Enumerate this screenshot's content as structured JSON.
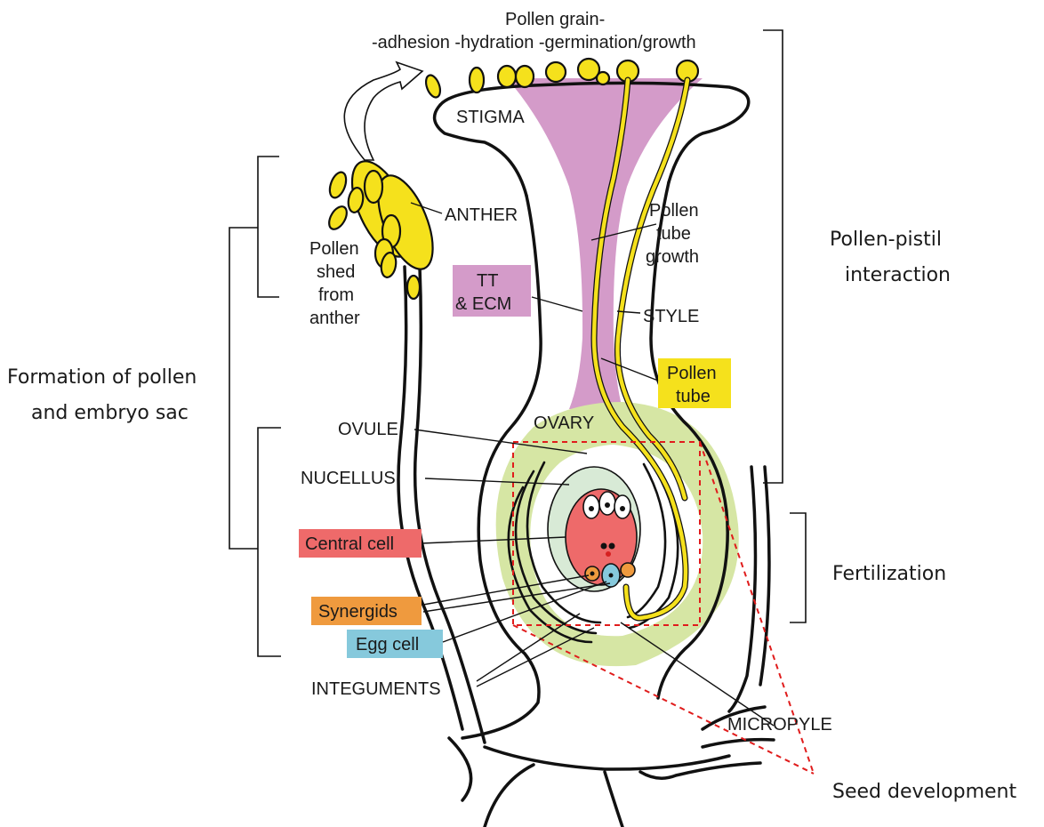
{
  "colors": {
    "pollen_yellow": "#f5e11c",
    "transmitting_tract_pink": "#d49bc9",
    "ovary_green": "#d6e6a4",
    "nucellus_green": "#d8ead6",
    "central_cell_red": "#ee6a6a",
    "synergid_orange": "#ef9a3e",
    "egg_cell_blue": "#86c9dc",
    "dashed_red": "#e01c1c"
  },
  "labels": {
    "pollen_grain": "Pollen grain-",
    "pollen_stages": "-adhesion -hydration -germination/growth",
    "stigma": "STIGMA",
    "anther": "ANTHER",
    "pollen_shed": [
      "Pollen",
      "shed",
      "from",
      "anther"
    ],
    "pollen_tube_growth": [
      "Pollen",
      "tube",
      "growth"
    ],
    "tt_ecm": [
      "TT",
      "& ECM"
    ],
    "style": "STYLE",
    "pollen_tube": [
      "Pollen",
      "tube"
    ],
    "ovary": "OVARY",
    "ovule": "OVULE",
    "nucellus": "NUCELLUS",
    "central_cell": "Central cell",
    "synergids": "Synergids",
    "egg_cell": "Egg cell",
    "integuments": "INTEGUMENTS",
    "micropyle": "MICROPYLE"
  },
  "stages": {
    "pollen_pistil": [
      "Pollen-pistil",
      "interaction"
    ],
    "formation": [
      "Formation of pollen",
      "and embryo sac"
    ],
    "fertilization": "Fertilization",
    "seed_development": "Seed development"
  }
}
